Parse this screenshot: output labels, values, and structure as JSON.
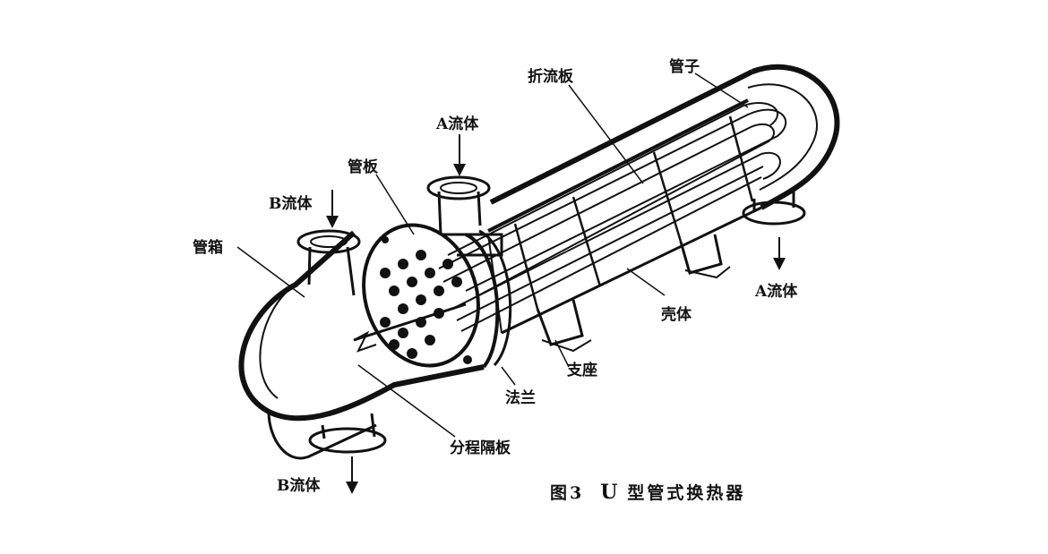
{
  "labels": {
    "guanzi": "管子",
    "zheliuban": "折流板",
    "a_fluid_top": "A流体",
    "guanban": "管板",
    "b_fluid_top": "B流体",
    "guanxiang": "管箱",
    "a_fluid_right": "A流体",
    "keti": "壳体",
    "zhizuo": "支座",
    "falan": "法兰",
    "fenchenggeban": "分程隔板",
    "b_fluid_bottom": "B流体"
  },
  "caption": {
    "number": "图3",
    "u": "U",
    "title": "型管式换热器"
  }
}
